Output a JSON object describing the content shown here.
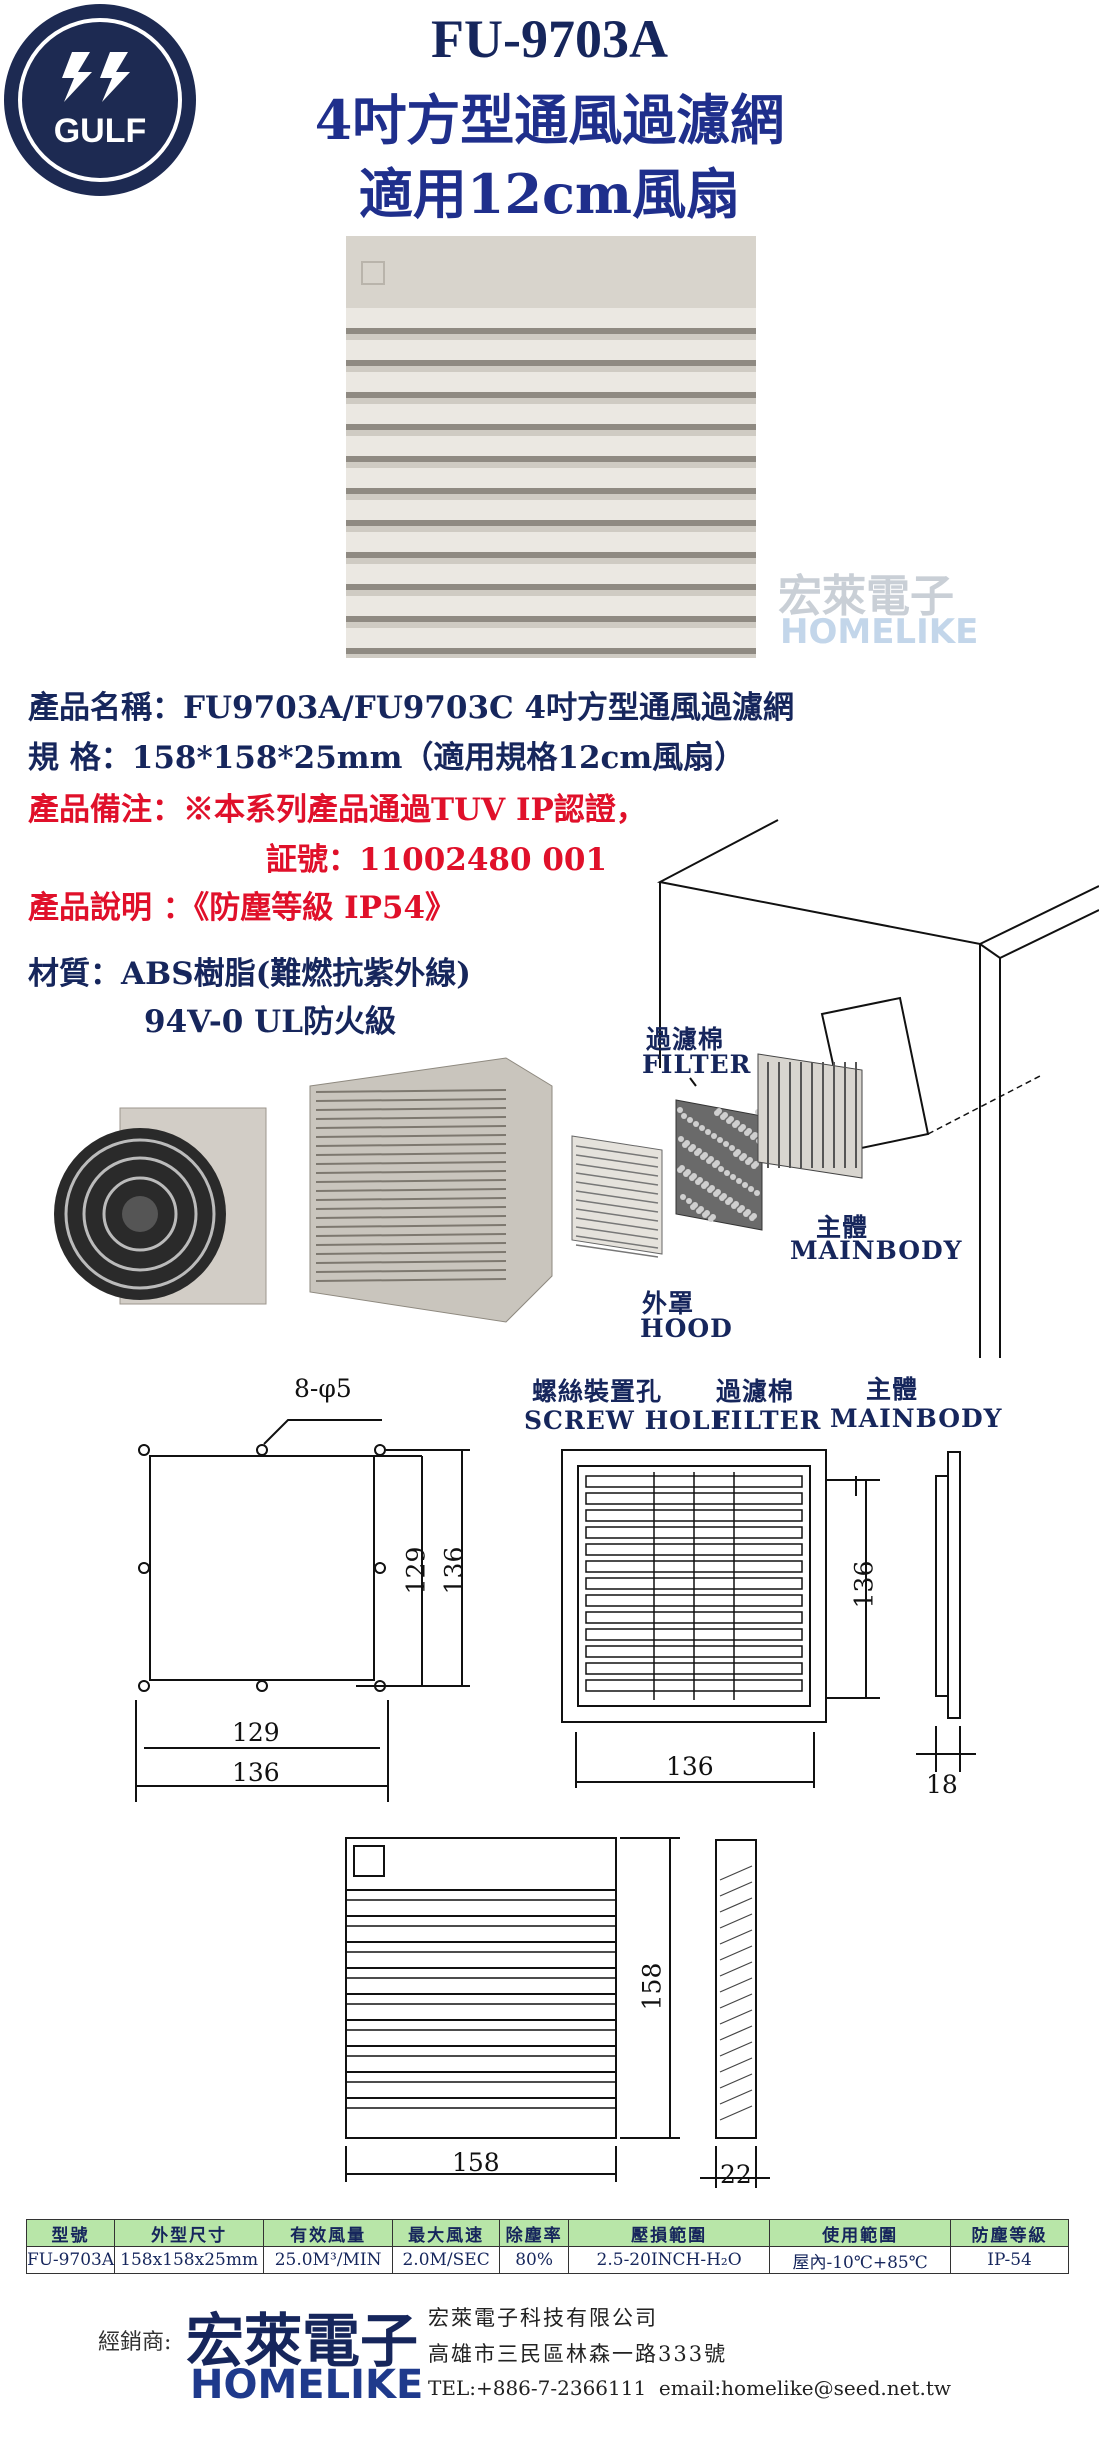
{
  "logo": {
    "text": "GULF"
  },
  "header": {
    "model": "FU-9703A",
    "line2": "4吋方型通風過濾網",
    "line3": "適用12cm風扇"
  },
  "watermark": {
    "cn": "宏萊電子",
    "en": "HOMELIKE"
  },
  "specs": {
    "name_label": "產品名稱：",
    "name_value": "FU9703A/FU9703C 4吋方型通風過濾網",
    "size_label": "規 格：",
    "size_value": "158*158*25mm（適用規格12cm風扇）",
    "note_label": "產品備注：",
    "note_value": "※本系列產品通過TUV IP認證，",
    "cert_value": "証號：11002480 001",
    "desc_label": "產品說明 ：",
    "desc_value": "《防塵等級 IP54》",
    "material_label": "材質：",
    "material_value": "ABS樹脂(難燃抗紫外線)",
    "material_value2": "94V-0 UL防火級"
  },
  "exploded": {
    "filter_cn": "過濾棉",
    "filter_en": "FILTER",
    "mainbody_cn": "主體",
    "mainbody_en": "MAINBODY",
    "hood_cn": "外罩",
    "hood_en": "HOOD"
  },
  "drawing1": {
    "holes": "8-φ5",
    "dim_129_h": "129",
    "dim_136_h": "136",
    "dim_129_v": "129",
    "dim_136_v": "136"
  },
  "drawing2": {
    "screw_cn": "螺絲裝置孔",
    "screw_en": "SCREW HOLE",
    "filter_cn": "過濾棉",
    "filter_en": "FILTER",
    "main_cn": "主體",
    "main_en": "MAINBODY",
    "dim_136_v": "136",
    "dim_136_h": "136",
    "dim_18": "18"
  },
  "drawing3": {
    "dim_158_h": "158",
    "dim_158_v": "158",
    "dim_22": "22"
  },
  "table": {
    "headers": [
      "型號",
      "外型尺寸",
      "有效風量",
      "最大風速",
      "除塵率",
      "壓損範圍",
      "使用範圍",
      "防塵等級"
    ],
    "row": [
      "FU-9703A",
      "158x158x25mm",
      "25.0M³/MIN",
      "2.0M/SEC",
      "80%",
      "2.5-20INCH-H₂O",
      "屋內-10℃+85℃",
      "IP-54"
    ]
  },
  "footer": {
    "dealer_label": "經銷商:",
    "brand_cn": "宏萊電子",
    "brand_en": "HOMELIKE",
    "company": "宏萊電子科技有限公司",
    "address": "高雄市三民區林森一路333號",
    "contact": "TEL:+886-7-2366111  email:homelike@seed.net.tw"
  },
  "colors": {
    "navy": "#16265c",
    "blue": "#1f2f8c",
    "red": "#e0102a",
    "table_header": "#b8e6a8"
  }
}
